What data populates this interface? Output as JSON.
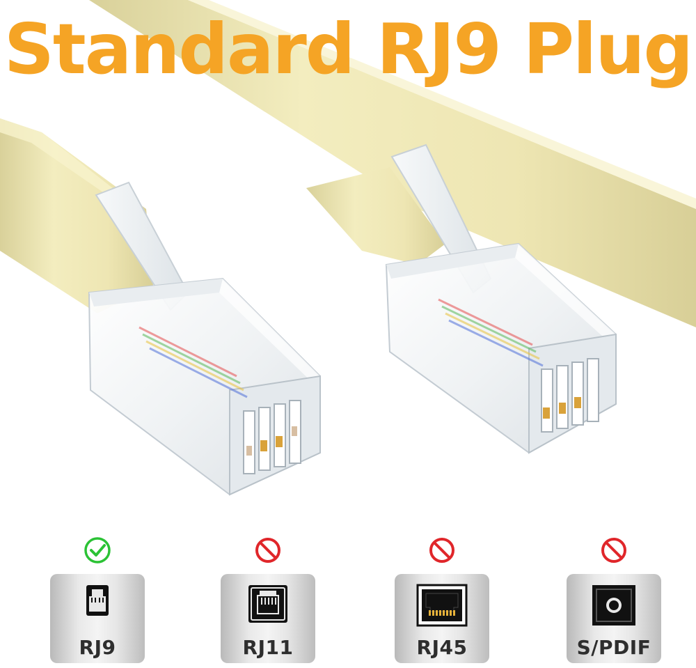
{
  "title": "Standard RJ9 Plug",
  "colors": {
    "title": "#F5A425",
    "cable": "#EDE6AE",
    "ok": "#2BC235",
    "no": "#E0262A"
  },
  "compatibility": [
    {
      "label": "RJ9",
      "status": "compatible",
      "status_icon": "check-circle-icon",
      "port_icon": "rj9-port-icon"
    },
    {
      "label": "RJ11",
      "status": "not-compatible",
      "status_icon": "prohibited-icon",
      "port_icon": "rj11-port-icon"
    },
    {
      "label": "RJ45",
      "status": "not-compatible",
      "status_icon": "prohibited-icon",
      "port_icon": "rj45-port-icon"
    },
    {
      "label": "S/PDIF",
      "status": "not-compatible",
      "status_icon": "prohibited-icon",
      "port_icon": "spdif-port-icon"
    }
  ]
}
